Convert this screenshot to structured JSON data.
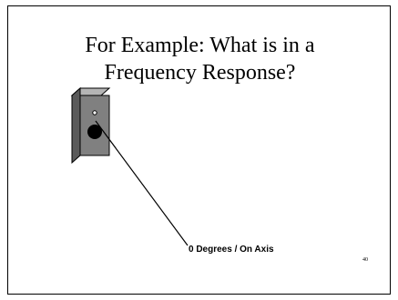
{
  "slide": {
    "title_line1": "For Example: What is in a",
    "title_line2": "Frequency Response?",
    "caption": "0 Degrees / On Axis",
    "page_number": "40"
  },
  "icons": {
    "speaker": "loudspeaker-cabinet-icon"
  },
  "colors": {
    "background": "#ffffff",
    "speaker_front": "#808080",
    "speaker_side": "#5a5a5a",
    "speaker_top": "#b5b5b5",
    "driver": "#000000",
    "line": "#000000"
  }
}
